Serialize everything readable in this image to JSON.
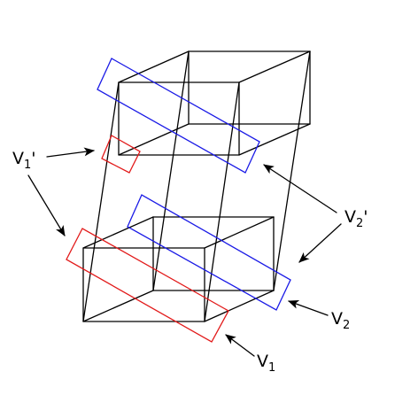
{
  "colors": {
    "line": "#000000",
    "v1_rect": "#e21a1a",
    "v2_rect": "#1a1ae6",
    "background": "#ffffff"
  },
  "labels": {
    "v1": {
      "main": "V",
      "sub": "1",
      "prime": ""
    },
    "v2": {
      "main": "V",
      "sub": "2",
      "prime": ""
    },
    "v1_prime": {
      "main": "V",
      "sub": "1",
      "prime": "'"
    },
    "v2_prime": {
      "main": "V",
      "sub": "2",
      "prime": "'"
    }
  }
}
